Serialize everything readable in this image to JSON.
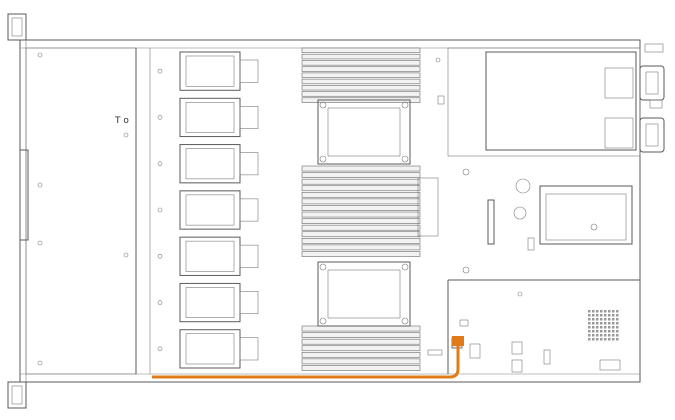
{
  "figure": {
    "kind": "server-chassis-top-view",
    "cable_color": "#e07b1a",
    "line_color": "#5a5a5a"
  },
  "chassis_marking": "T o",
  "components": {
    "fans": 7,
    "processors": 2,
    "dimm_banks": 4,
    "slots_per_dimm_bank": 8
  }
}
